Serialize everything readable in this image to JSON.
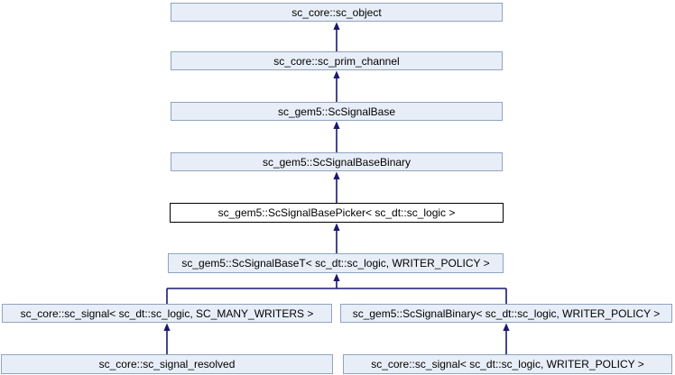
{
  "diagram": {
    "kind": "class-inheritance-diagram",
    "nodes": [
      {
        "label": "sc_core::sc_object",
        "current": false
      },
      {
        "label": "sc_core::sc_prim_channel",
        "current": false
      },
      {
        "label": "sc_gem5::ScSignalBase",
        "current": false
      },
      {
        "label": "sc_gem5::ScSignalBaseBinary",
        "current": false
      },
      {
        "label": "sc_gem5::ScSignalBasePicker< sc_dt::sc_logic >",
        "current": true
      },
      {
        "label": "sc_gem5::ScSignalBaseT< sc_dt::sc_logic, WRITER_POLICY >",
        "current": false
      },
      {
        "label": "sc_core::sc_signal< sc_dt::sc_logic, SC_MANY_WRITERS >",
        "current": false
      },
      {
        "label": "sc_gem5::ScSignalBinary< sc_dt::sc_logic, WRITER_POLICY >",
        "current": false
      },
      {
        "label": "sc_core::sc_signal_resolved",
        "current": false
      },
      {
        "label": "sc_core::sc_signal< sc_dt::sc_logic, WRITER_POLICY >",
        "current": false
      }
    ],
    "edges": [
      {
        "from": "sc_core::sc_prim_channel",
        "to": "sc_core::sc_object"
      },
      {
        "from": "sc_gem5::ScSignalBase",
        "to": "sc_core::sc_prim_channel"
      },
      {
        "from": "sc_gem5::ScSignalBaseBinary",
        "to": "sc_gem5::ScSignalBase"
      },
      {
        "from": "sc_gem5::ScSignalBasePicker< sc_dt::sc_logic >",
        "to": "sc_gem5::ScSignalBaseBinary"
      },
      {
        "from": "sc_gem5::ScSignalBaseT< sc_dt::sc_logic, WRITER_POLICY >",
        "to": "sc_gem5::ScSignalBasePicker< sc_dt::sc_logic >"
      },
      {
        "from": "sc_core::sc_signal< sc_dt::sc_logic, SC_MANY_WRITERS >",
        "to": "sc_gem5::ScSignalBaseT< sc_dt::sc_logic, WRITER_POLICY >"
      },
      {
        "from": "sc_gem5::ScSignalBinary< sc_dt::sc_logic, WRITER_POLICY >",
        "to": "sc_gem5::ScSignalBaseT< sc_dt::sc_logic, WRITER_POLICY >"
      },
      {
        "from": "sc_core::sc_signal_resolved",
        "to": "sc_core::sc_signal< sc_dt::sc_logic, SC_MANY_WRITERS >"
      },
      {
        "from": "sc_core::sc_signal< sc_dt::sc_logic, WRITER_POLICY >",
        "to": "sc_gem5::ScSignalBinary< sc_dt::sc_logic, WRITER_POLICY >"
      }
    ],
    "colors": {
      "background": "#FFFFFF",
      "node_fill": "#E8EEF7",
      "node_border": "#8FA3C4",
      "current_node_fill": "#FFFFFF",
      "current_node_border": "#000000",
      "edge": "#191970",
      "text": "#000000"
    }
  }
}
